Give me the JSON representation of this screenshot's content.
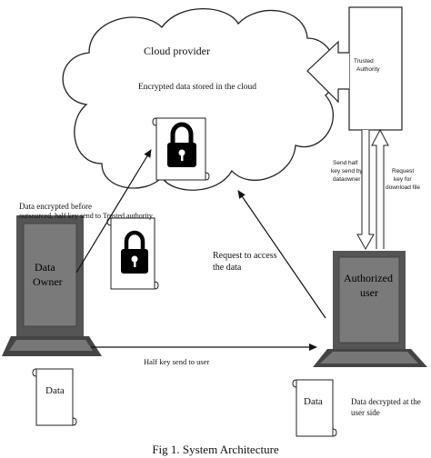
{
  "cloud": {
    "title": "Cloud provider",
    "subtitle": "Encrypted data stored in the cloud"
  },
  "trusted_authority": {
    "label_line1": "Trusted",
    "label_line2": "Authority"
  },
  "data_owner": {
    "label_line1": "Data",
    "label_line2": "Owner"
  },
  "authorized_user": {
    "label_line1": "Authorized",
    "label_line2": "user"
  },
  "annotations": {
    "encrypted_before_line1": "Data encrypted before",
    "encrypted_before_line2": "outsourced, half key send to Trusted authority",
    "request_access_line1": "Request to access",
    "request_access_line2": "the data",
    "send_half_key_line1": "Send half",
    "send_half_key_line2": "key send by",
    "send_half_key_line3": "dataowner",
    "request_key_line1": "Request",
    "request_key_line2": "key for",
    "request_key_line3": "download file",
    "half_key_user": "Half key send to user",
    "decrypted_line1": "Data decrypted at the",
    "decrypted_line2": "user side"
  },
  "documents": {
    "owner_doc": "Data",
    "user_doc": "Data"
  },
  "caption": "Fig 1. System Architecture",
  "icons": [
    "cloud-icon",
    "lock-icon",
    "laptop-icon",
    "document-icon",
    "arrow-icon"
  ]
}
